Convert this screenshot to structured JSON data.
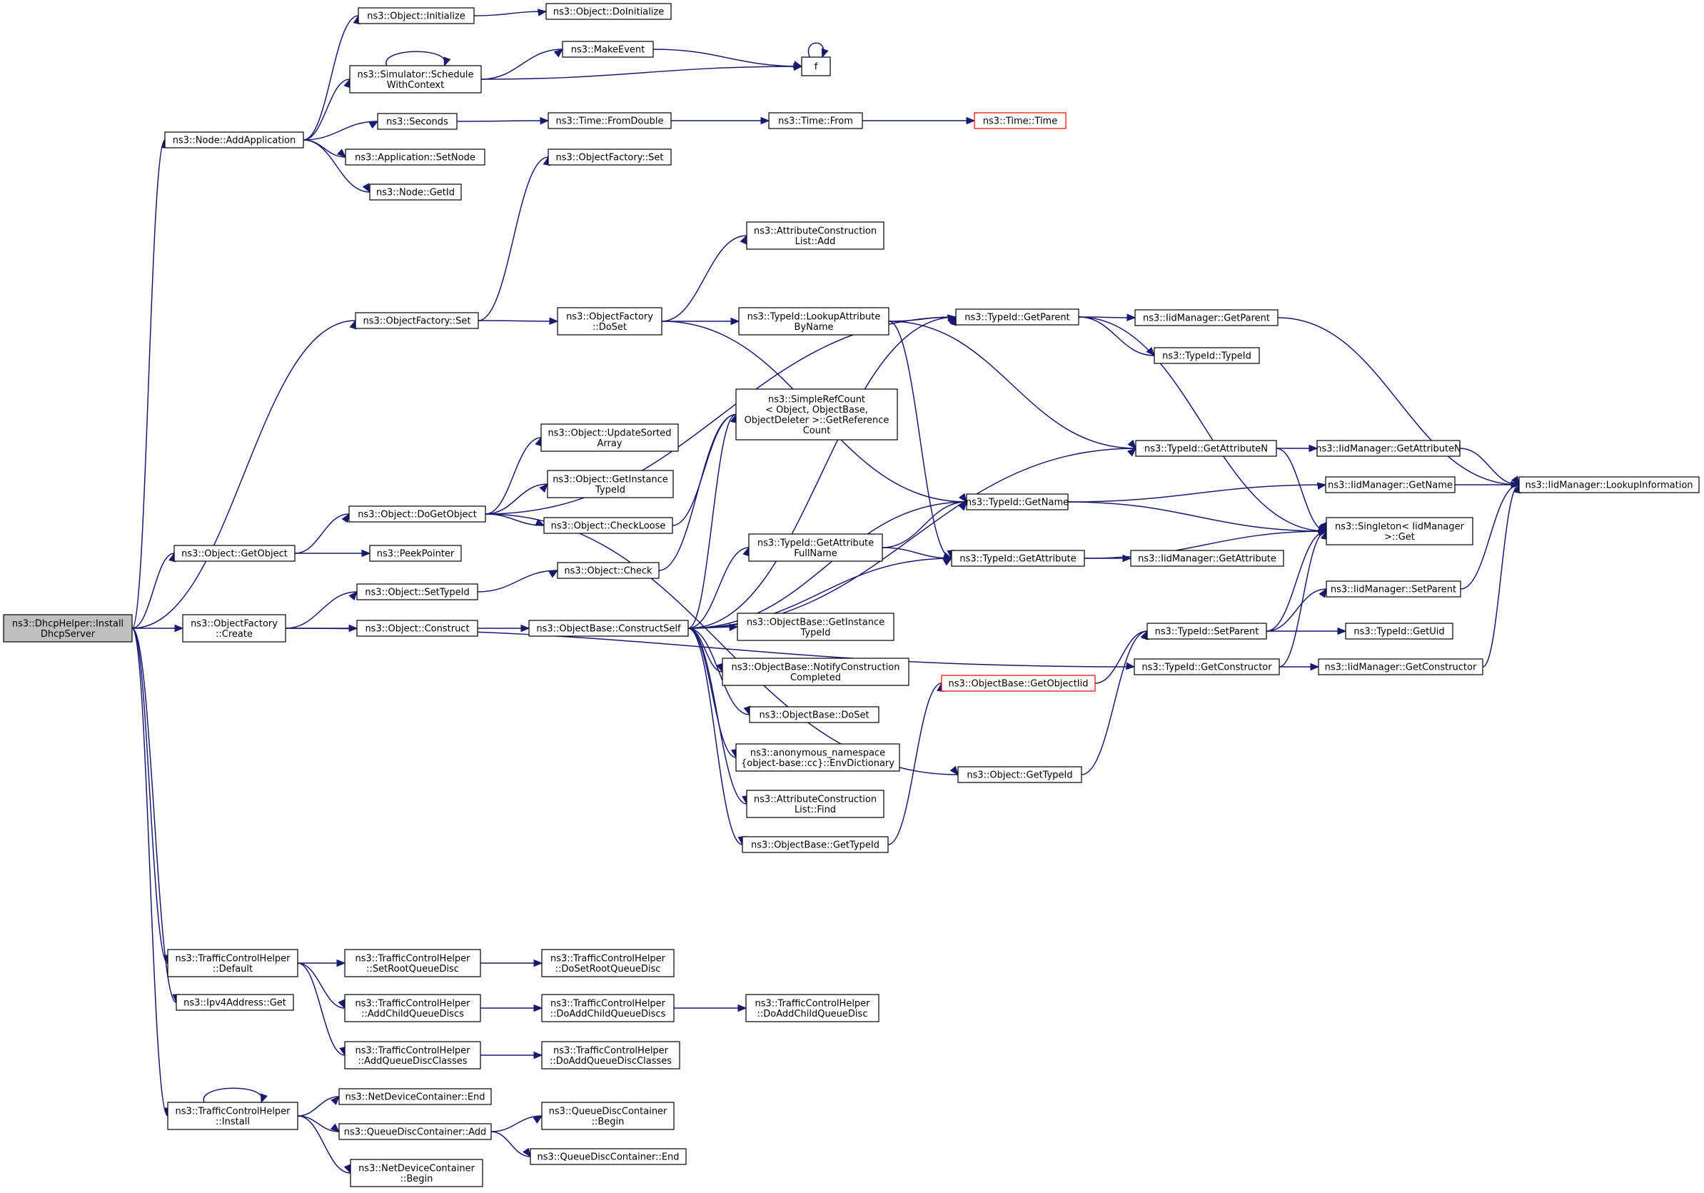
{
  "graph": {
    "nodes": [
      {
        "id": "root",
        "lines": [
          "ns3::DhcpHelper::Install",
          "DhcpServer"
        ],
        "style": "root"
      },
      {
        "id": "addApp",
        "lines": [
          "ns3::Node::AddApplication"
        ]
      },
      {
        "id": "initialize",
        "lines": [
          "ns3::Object::Initialize"
        ]
      },
      {
        "id": "doInit",
        "lines": [
          "ns3::Object::DoInitialize"
        ]
      },
      {
        "id": "schedule",
        "lines": [
          "ns3::Simulator::Schedule",
          "WithContext"
        ]
      },
      {
        "id": "makeEvent",
        "lines": [
          "ns3::MakeEvent"
        ]
      },
      {
        "id": "f",
        "lines": [
          "f"
        ]
      },
      {
        "id": "seconds",
        "lines": [
          "ns3::Seconds"
        ]
      },
      {
        "id": "fromDouble",
        "lines": [
          "ns3::Time::FromDouble"
        ]
      },
      {
        "id": "timeFrom",
        "lines": [
          "ns3::Time::From"
        ]
      },
      {
        "id": "timeTime",
        "lines": [
          "ns3::Time::Time"
        ],
        "style": "trunc"
      },
      {
        "id": "setNode",
        "lines": [
          "ns3::Application::SetNode"
        ]
      },
      {
        "id": "nodeGetId",
        "lines": [
          "ns3::Node::GetId"
        ]
      },
      {
        "id": "ofSetTop",
        "lines": [
          "ns3::ObjectFactory::Set"
        ]
      },
      {
        "id": "ofSet",
        "lines": [
          "ns3::ObjectFactory::Set"
        ]
      },
      {
        "id": "ofDoSet",
        "lines": [
          "ns3::ObjectFactory",
          "::DoSet"
        ]
      },
      {
        "id": "acListAdd",
        "lines": [
          "ns3::AttributeConstruction",
          "List::Add"
        ]
      },
      {
        "id": "lookupAttr",
        "lines": [
          "ns3::TypeId::LookupAttribute",
          "ByName"
        ]
      },
      {
        "id": "tidGetParent",
        "lines": [
          "ns3::TypeId::GetParent"
        ]
      },
      {
        "id": "iidGetParent",
        "lines": [
          "ns3::IidManager::GetParent"
        ]
      },
      {
        "id": "tidTypeId",
        "lines": [
          "ns3::TypeId::TypeId"
        ]
      },
      {
        "id": "simpleRef",
        "lines": [
          "ns3::SimpleRefCount",
          "< Object, ObjectBase,",
          "ObjectDeleter >::GetReference",
          "Count"
        ]
      },
      {
        "id": "updateSorted",
        "lines": [
          "ns3::Object::UpdateSorted",
          "Array"
        ]
      },
      {
        "id": "getInstanceTid",
        "lines": [
          "ns3::Object::GetInstance",
          "TypeId"
        ]
      },
      {
        "id": "checkLoose",
        "lines": [
          "ns3::Object::CheckLoose"
        ]
      },
      {
        "id": "objCheck",
        "lines": [
          "ns3::Object::Check"
        ]
      },
      {
        "id": "doGetObject",
        "lines": [
          "ns3::Object::DoGetObject"
        ]
      },
      {
        "id": "getObject",
        "lines": [
          "ns3::Object::GetObject"
        ]
      },
      {
        "id": "peekPointer",
        "lines": [
          "ns3::PeekPointer"
        ]
      },
      {
        "id": "ofCreate",
        "lines": [
          "ns3::ObjectFactory",
          "::Create"
        ]
      },
      {
        "id": "setTypeId",
        "lines": [
          "ns3::Object::SetTypeId"
        ]
      },
      {
        "id": "construct",
        "lines": [
          "ns3::Object::Construct"
        ]
      },
      {
        "id": "constructSelf",
        "lines": [
          "ns3::ObjectBase::ConstructSelf"
        ]
      },
      {
        "id": "getAttrFull",
        "lines": [
          "ns3::TypeId::GetAttribute",
          "FullName"
        ]
      },
      {
        "id": "tidGetAttrN",
        "lines": [
          "ns3::TypeId::GetAttributeN"
        ]
      },
      {
        "id": "iidGetAttrN",
        "lines": [
          "ns3::IidManager::GetAttributeN"
        ]
      },
      {
        "id": "lookupInfo",
        "lines": [
          "ns3::IidManager::LookupInformation"
        ]
      },
      {
        "id": "tidGetName",
        "lines": [
          "ns3::TypeId::GetName"
        ]
      },
      {
        "id": "iidGetName",
        "lines": [
          "ns3::IidManager::GetName"
        ]
      },
      {
        "id": "singletonGet",
        "lines": [
          "ns3::Singleton< IidManager",
          ">::Get"
        ]
      },
      {
        "id": "tidGetAttr",
        "lines": [
          "ns3::TypeId::GetAttribute"
        ]
      },
      {
        "id": "iidGetAttr",
        "lines": [
          "ns3::IidManager::GetAttribute"
        ]
      },
      {
        "id": "iidSetParent",
        "lines": [
          "ns3::IidManager::SetParent"
        ]
      },
      {
        "id": "tidSetParent",
        "lines": [
          "ns3::TypeId::SetParent"
        ]
      },
      {
        "id": "tidGetUid",
        "lines": [
          "ns3::TypeId::GetUid"
        ]
      },
      {
        "id": "tidGetCtor",
        "lines": [
          "ns3::TypeId::GetConstructor"
        ]
      },
      {
        "id": "iidGetCtor",
        "lines": [
          "ns3::IidManager::GetConstructor"
        ]
      },
      {
        "id": "obGetInstanceTid",
        "lines": [
          "ns3::ObjectBase::GetInstance",
          "TypeId"
        ]
      },
      {
        "id": "obNotify",
        "lines": [
          "ns3::ObjectBase::NotifyConstruction",
          "Completed"
        ]
      },
      {
        "id": "obGetObjectIid",
        "lines": [
          "ns3::ObjectBase::GetObjectIid"
        ],
        "style": "trunc"
      },
      {
        "id": "obDoSet",
        "lines": [
          "ns3::ObjectBase::DoSet"
        ]
      },
      {
        "id": "envDict",
        "lines": [
          "ns3::anonymous_namespace",
          "{object-base::cc}::EnvDictionary"
        ]
      },
      {
        "id": "objGetTypeId",
        "lines": [
          "ns3::Object::GetTypeId"
        ]
      },
      {
        "id": "acListFind",
        "lines": [
          "ns3::AttributeConstruction",
          "List::Find"
        ]
      },
      {
        "id": "obGetTypeId",
        "lines": [
          "ns3::ObjectBase::GetTypeId"
        ]
      },
      {
        "id": "tchDefault",
        "lines": [
          "ns3::TrafficControlHelper",
          "::Default"
        ]
      },
      {
        "id": "setRootQd",
        "lines": [
          "ns3::TrafficControlHelper",
          "::SetRootQueueDisc"
        ]
      },
      {
        "id": "doSetRootQd",
        "lines": [
          "ns3::TrafficControlHelper",
          "::DoSetRootQueueDisc"
        ]
      },
      {
        "id": "ipv4Get",
        "lines": [
          "ns3::Ipv4Address::Get"
        ]
      },
      {
        "id": "addChildQds",
        "lines": [
          "ns3::TrafficControlHelper",
          "::AddChildQueueDiscs"
        ]
      },
      {
        "id": "doAddChildQds",
        "lines": [
          "ns3::TrafficControlHelper",
          "::DoAddChildQueueDiscs"
        ]
      },
      {
        "id": "doAddChildQd",
        "lines": [
          "ns3::TrafficControlHelper",
          "::DoAddChildQueueDisc"
        ]
      },
      {
        "id": "addQdClasses",
        "lines": [
          "ns3::TrafficControlHelper",
          "::AddQueueDiscClasses"
        ]
      },
      {
        "id": "doAddQdClasses",
        "lines": [
          "ns3::TrafficControlHelper",
          "::DoAddQueueDiscClasses"
        ]
      },
      {
        "id": "tchInstall",
        "lines": [
          "ns3::TrafficControlHelper",
          "::Install"
        ]
      },
      {
        "id": "ndcEnd",
        "lines": [
          "ns3::NetDeviceContainer::End"
        ]
      },
      {
        "id": "qdcAdd",
        "lines": [
          "ns3::QueueDiscContainer::Add"
        ]
      },
      {
        "id": "qdcBegin",
        "lines": [
          "ns3::QueueDiscContainer",
          "::Begin"
        ]
      },
      {
        "id": "qdcEnd",
        "lines": [
          "ns3::QueueDiscContainer::End"
        ]
      },
      {
        "id": "ndcBegin",
        "lines": [
          "ns3::NetDeviceContainer",
          "::Begin"
        ]
      }
    ],
    "edges": [
      [
        "root",
        "addApp"
      ],
      [
        "root",
        "ofSet"
      ],
      [
        "root",
        "getObject"
      ],
      [
        "root",
        "ofCreate"
      ],
      [
        "root",
        "tchDefault"
      ],
      [
        "root",
        "ipv4Get"
      ],
      [
        "root",
        "tchInstall"
      ],
      [
        "addApp",
        "initialize"
      ],
      [
        "addApp",
        "schedule"
      ],
      [
        "addApp",
        "seconds"
      ],
      [
        "addApp",
        "setNode"
      ],
      [
        "addApp",
        "nodeGetId"
      ],
      [
        "initialize",
        "doInit"
      ],
      [
        "schedule",
        "schedule"
      ],
      [
        "schedule",
        "makeEvent"
      ],
      [
        "schedule",
        "f"
      ],
      [
        "makeEvent",
        "f"
      ],
      [
        "f",
        "f"
      ],
      [
        "seconds",
        "fromDouble"
      ],
      [
        "fromDouble",
        "timeFrom"
      ],
      [
        "timeFrom",
        "timeTime"
      ],
      [
        "ofSet",
        "ofSetTop"
      ],
      [
        "ofSet",
        "ofDoSet"
      ],
      [
        "ofDoSet",
        "acListAdd"
      ],
      [
        "ofDoSet",
        "lookupAttr"
      ],
      [
        "ofDoSet",
        "tidGetName"
      ],
      [
        "lookupAttr",
        "tidGetParent"
      ],
      [
        "lookupAttr",
        "tidGetAttrN"
      ],
      [
        "lookupAttr",
        "tidGetAttr"
      ],
      [
        "tidGetParent",
        "iidGetParent"
      ],
      [
        "tidGetParent",
        "tidTypeId"
      ],
      [
        "tidGetParent",
        "singletonGet"
      ],
      [
        "iidGetParent",
        "lookupInfo"
      ],
      [
        "getObject",
        "doGetObject"
      ],
      [
        "getObject",
        "peekPointer"
      ],
      [
        "doGetObject",
        "tidGetParent"
      ],
      [
        "doGetObject",
        "updateSorted"
      ],
      [
        "doGetObject",
        "getInstanceTid"
      ],
      [
        "doGetObject",
        "checkLoose"
      ],
      [
        "doGetObject",
        "objGetTypeId"
      ],
      [
        "checkLoose",
        "simpleRef"
      ],
      [
        "ofCreate",
        "setTypeId"
      ],
      [
        "ofCreate",
        "construct"
      ],
      [
        "ofCreate",
        "tidGetCtor"
      ],
      [
        "setTypeId",
        "objCheck"
      ],
      [
        "objCheck",
        "simpleRef"
      ],
      [
        "construct",
        "constructSelf"
      ],
      [
        "constructSelf",
        "tidGetParent"
      ],
      [
        "constructSelf",
        "simpleRef"
      ],
      [
        "constructSelf",
        "tidGetAttrN"
      ],
      [
        "constructSelf",
        "tidGetName"
      ],
      [
        "constructSelf",
        "getAttrFull"
      ],
      [
        "constructSelf",
        "tidGetAttr"
      ],
      [
        "constructSelf",
        "obGetInstanceTid"
      ],
      [
        "constructSelf",
        "obNotify"
      ],
      [
        "constructSelf",
        "obDoSet"
      ],
      [
        "constructSelf",
        "envDict"
      ],
      [
        "constructSelf",
        "acListFind"
      ],
      [
        "constructSelf",
        "obGetTypeId"
      ],
      [
        "getAttrFull",
        "tidGetName"
      ],
      [
        "getAttrFull",
        "tidGetAttr"
      ],
      [
        "tidGetAttrN",
        "iidGetAttrN"
      ],
      [
        "tidGetAttrN",
        "singletonGet"
      ],
      [
        "iidGetAttrN",
        "lookupInfo"
      ],
      [
        "tidGetName",
        "iidGetName"
      ],
      [
        "tidGetName",
        "singletonGet"
      ],
      [
        "iidGetName",
        "lookupInfo"
      ],
      [
        "tidGetAttr",
        "iidGetAttr"
      ],
      [
        "tidGetAttr",
        "singletonGet"
      ],
      [
        "tidSetParent",
        "singletonGet"
      ],
      [
        "tidSetParent",
        "iidSetParent"
      ],
      [
        "tidSetParent",
        "tidGetUid"
      ],
      [
        "iidSetParent",
        "lookupInfo"
      ],
      [
        "tidGetCtor",
        "singletonGet"
      ],
      [
        "tidGetCtor",
        "iidGetCtor"
      ],
      [
        "iidGetCtor",
        "lookupInfo"
      ],
      [
        "obGetTypeId",
        "obGetObjectIid"
      ],
      [
        "obGetObjectIid",
        "tidSetParent"
      ],
      [
        "objGetTypeId",
        "tidSetParent"
      ],
      [
        "tchDefault",
        "setRootQd"
      ],
      [
        "tchDefault",
        "addChildQds"
      ],
      [
        "tchDefault",
        "addQdClasses"
      ],
      [
        "setRootQd",
        "doSetRootQd"
      ],
      [
        "addChildQds",
        "doAddChildQds"
      ],
      [
        "doAddChildQds",
        "doAddChildQd"
      ],
      [
        "addQdClasses",
        "doAddQdClasses"
      ],
      [
        "tchInstall",
        "tchInstall"
      ],
      [
        "tchInstall",
        "ndcEnd"
      ],
      [
        "tchInstall",
        "qdcAdd"
      ],
      [
        "tchInstall",
        "ndcBegin"
      ],
      [
        "qdcAdd",
        "qdcBegin"
      ],
      [
        "qdcAdd",
        "qdcEnd"
      ]
    ]
  }
}
